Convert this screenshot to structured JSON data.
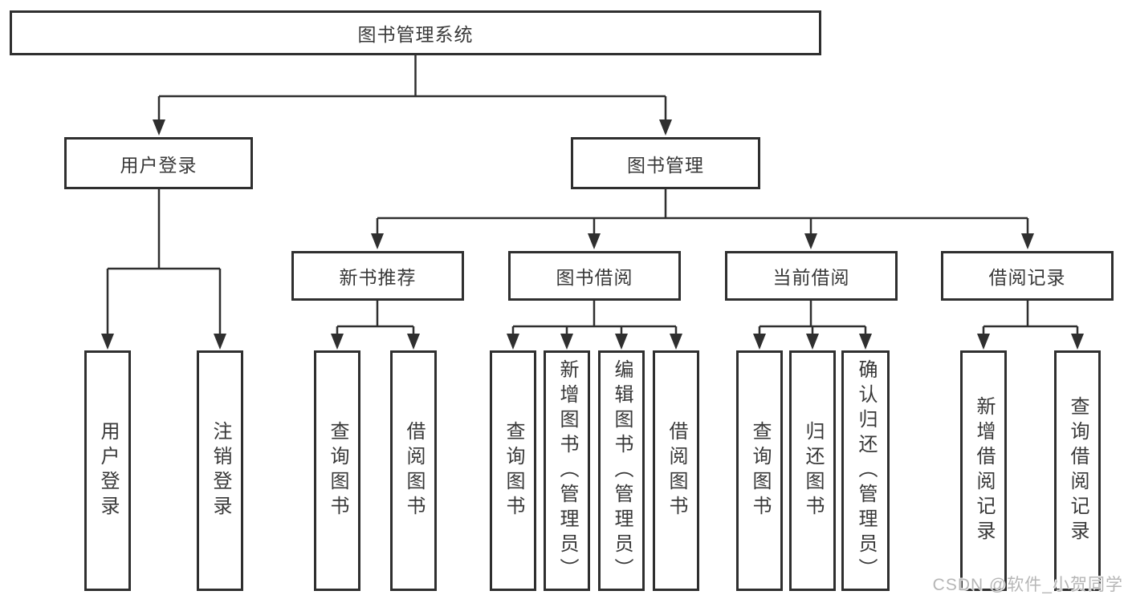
{
  "diagram": {
    "title": "图书管理系统",
    "level2": {
      "user_login": "用户登录",
      "book_management": "图书管理"
    },
    "level3": {
      "new_book_recommend": "新书推荐",
      "book_borrow": "图书借阅",
      "current_borrow": "当前借阅",
      "borrow_records": "借阅记录"
    },
    "leaves": {
      "user_login": "用户登录",
      "logout": "注销登录",
      "rec_query_books": "查询图书",
      "rec_borrow_books": "借阅图书",
      "bb_query_books": "查询图书",
      "bb_add_books": "新增图书（管理员）",
      "bb_edit_books": "编辑图书（管理员）",
      "bb_borrow_books": "借阅图书",
      "cb_query_books": "查询图书",
      "cb_return_books": "归还图书",
      "cb_confirm_return": "确认归还（管理员）",
      "br_add_record": "新增借阅记录",
      "br_query_record": "查询借阅记录"
    }
  },
  "watermark": "CSDN @软件_小贺同学",
  "colors": {
    "line": "#2f2f2f",
    "border": "#2f2f2f",
    "text": "#383838",
    "watermark": "#b6b6b6",
    "background": "#ffffff"
  }
}
